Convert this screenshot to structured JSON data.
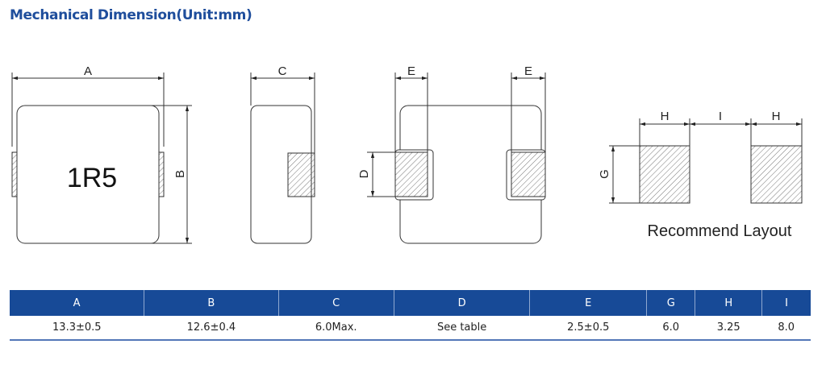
{
  "title": "Mechanical Dimension(Unit:mm)",
  "drawing": {
    "marking": "1R5",
    "labels": {
      "A": "A",
      "B": "B",
      "C": "C",
      "D": "D",
      "E1": "E",
      "E2": "E",
      "G": "G",
      "H1": "H",
      "I": "I",
      "H2": "H"
    },
    "layout_caption": "Recommend Layout"
  },
  "table": {
    "headers": [
      "A",
      "B",
      "C",
      "D",
      "E",
      "G",
      "H",
      "I"
    ],
    "values": [
      "13.3±0.5",
      "12.6±0.4",
      "6.0Max.",
      "See table",
      "2.5±0.5",
      "6.0",
      "3.25",
      "8.0"
    ]
  }
}
